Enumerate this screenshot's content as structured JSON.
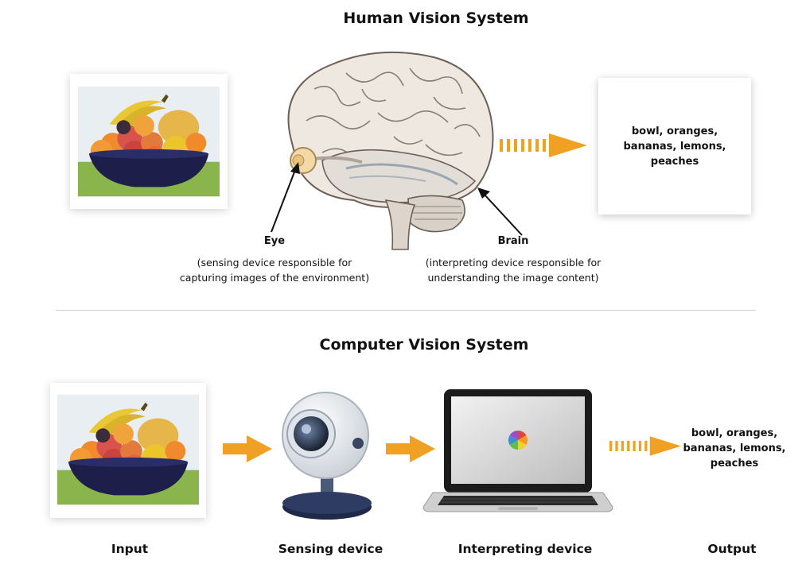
{
  "human": {
    "title": "Human Vision System",
    "output_text": "bowl, oranges,\nbananas, lemons,\npeaches",
    "eye": {
      "label": "Eye",
      "description": "(sensing device responsible for\ncapturing images of the environment)"
    },
    "brain": {
      "label": "Brain",
      "description": "(interpreting device responsible for\nunderstanding the image content)"
    }
  },
  "computer": {
    "title": "Computer Vision System",
    "output_text": "bowl, oranges,\nbananas, lemons,\npeaches",
    "labels": {
      "input": "Input",
      "sensing": "Sensing device",
      "interpreting": "Interpreting device",
      "output": "Output"
    }
  },
  "colors": {
    "arrow": "#f0a023",
    "bowl": "#1d1f4a",
    "table": "#8ab54c"
  }
}
